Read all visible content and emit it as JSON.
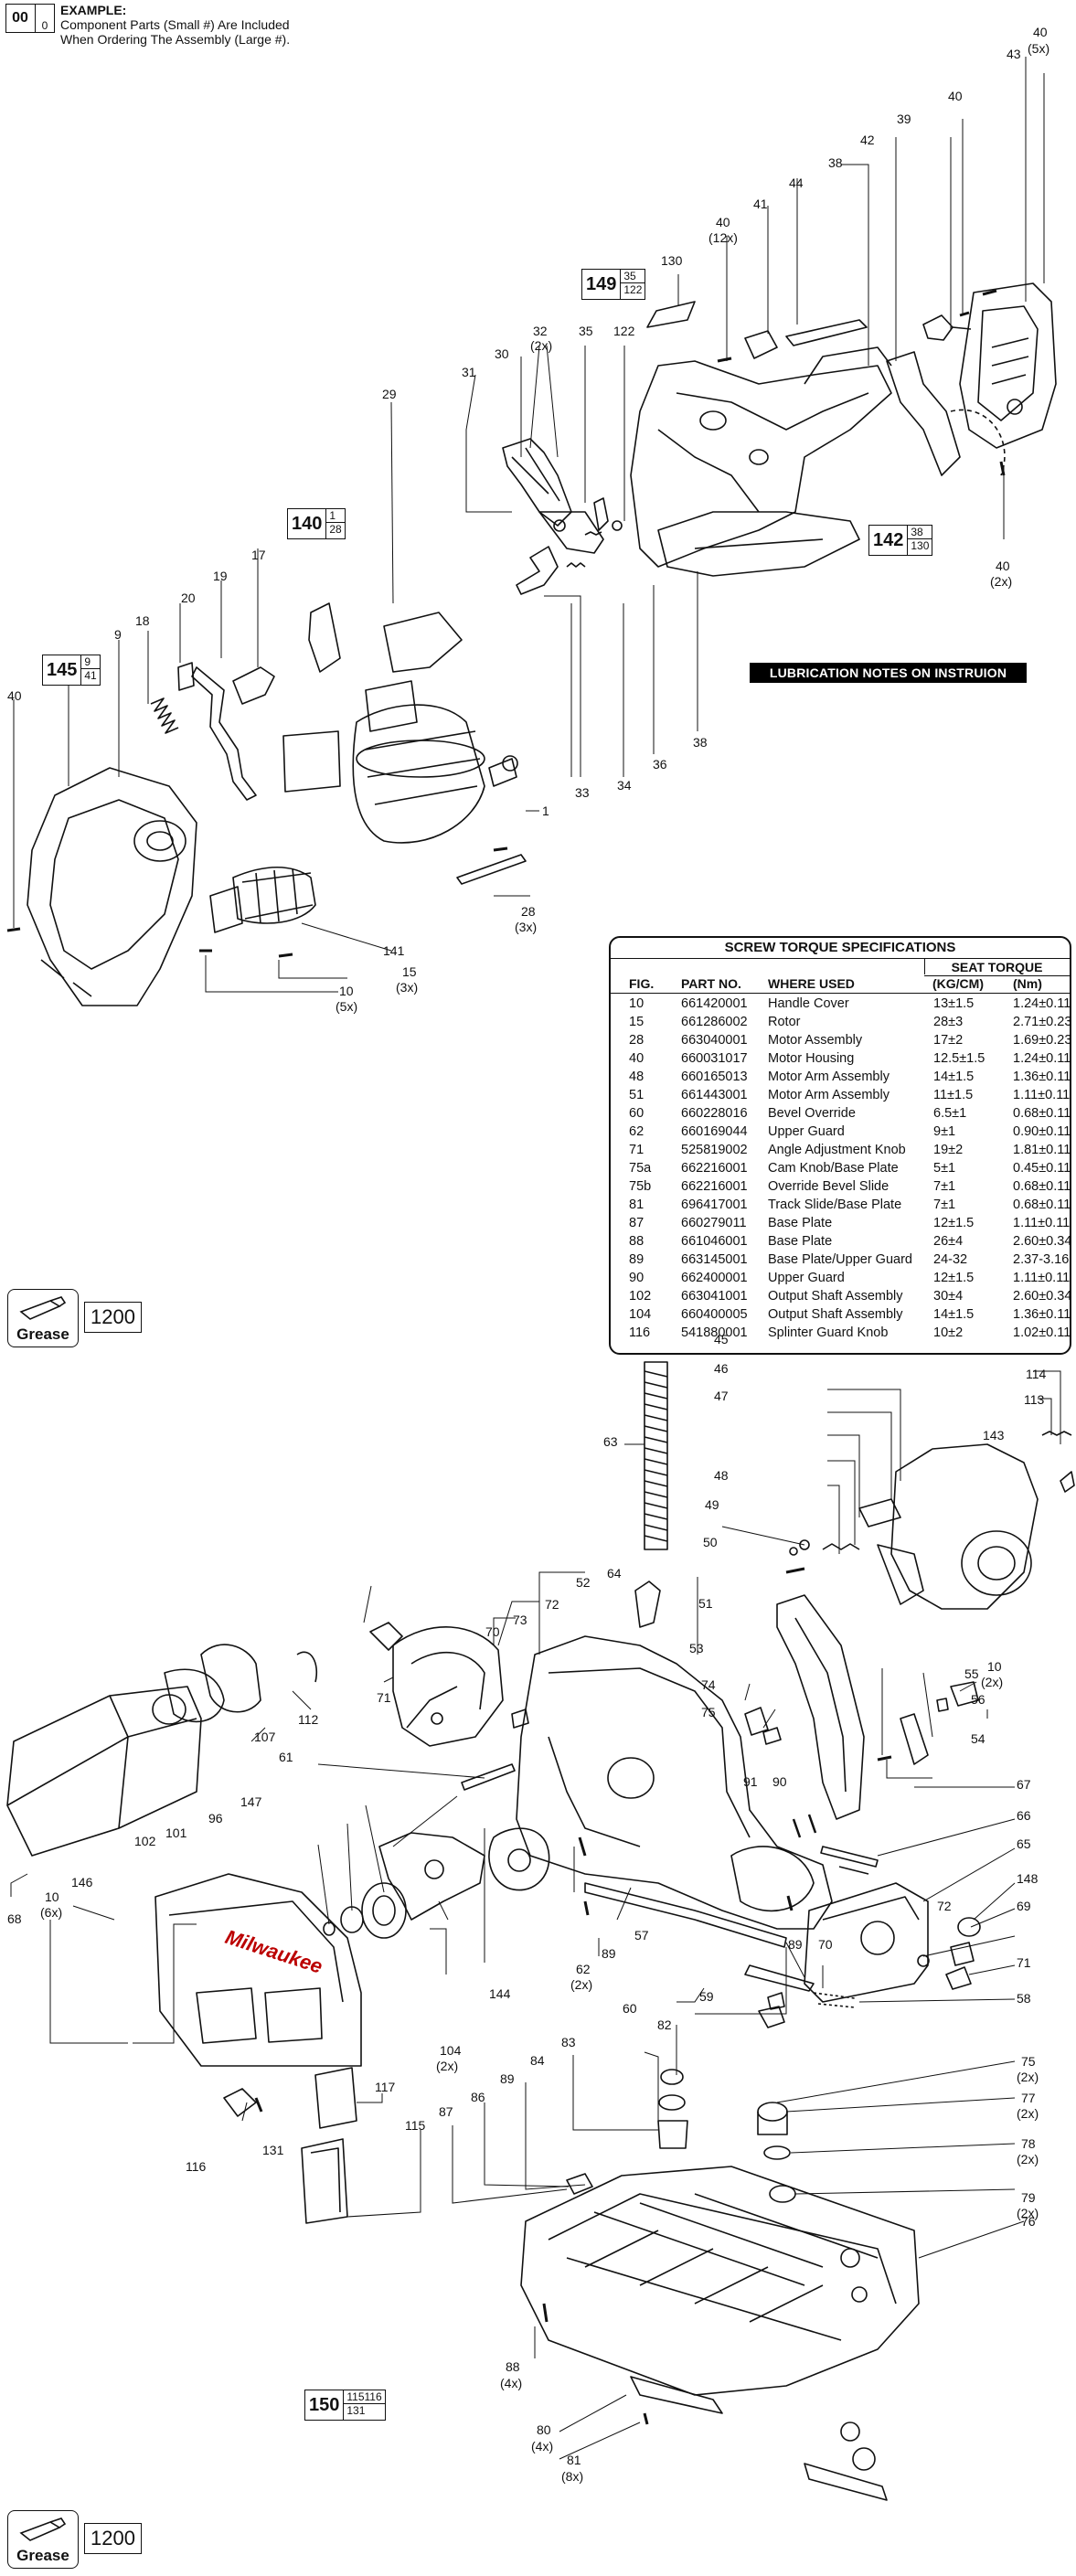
{
  "header": {
    "box_big": "00",
    "box_small": "0",
    "example_title": "EXAMPLE:",
    "example_line1": "Component Parts (Small #) Are Included",
    "example_line2": "When Ordering The Assembly (Large #)."
  },
  "assemblies": [
    {
      "id": "a149",
      "big": "149",
      "sub": [
        "35",
        "122"
      ]
    },
    {
      "id": "a140",
      "big": "140",
      "sub": [
        "1",
        "28"
      ]
    },
    {
      "id": "a145",
      "big": "145",
      "sub": [
        "9",
        "41"
      ]
    },
    {
      "id": "a142",
      "big": "142",
      "sub": [
        "38",
        "130"
      ]
    },
    {
      "id": "a150",
      "big": "150",
      "sub": [
        "115116",
        "131"
      ]
    }
  ],
  "callouts_top": [
    "40",
    "(5x)",
    "43",
    "39",
    "40",
    "42",
    "38",
    "41",
    "44",
    "40",
    "(12x)",
    "130",
    "30",
    "32",
    "(2x)",
    "35",
    "122",
    "31",
    "29",
    "40",
    "(2x)",
    "38",
    "17",
    "20",
    "19",
    "18",
    "9",
    "40",
    "33",
    "34",
    "36",
    "1",
    "28",
    "(3x)",
    "141",
    "15",
    "(3x)",
    "10",
    "(5x)"
  ],
  "callouts_bottom": [
    "114",
    "113",
    "45",
    "46",
    "143",
    "47",
    "63",
    "48",
    "49",
    "50",
    "51",
    "72",
    "52",
    "64",
    "73",
    "70",
    "53",
    "10",
    "(2x)",
    "55",
    "56",
    "74",
    "112",
    "71",
    "75",
    "107",
    "61",
    "54",
    "91",
    "90",
    "67",
    "147",
    "96",
    "101",
    "66",
    "102",
    "65",
    "68",
    "146",
    "148",
    "69",
    "10",
    "(6x)",
    "72",
    "89",
    "89",
    "70",
    "71",
    "62",
    "(2x)",
    "57",
    "59",
    "58",
    "144",
    "82",
    "60",
    "83",
    "104",
    "(2x)",
    "84",
    "75",
    "(2x)",
    "89",
    "117",
    "86",
    "77",
    "(2x)",
    "87",
    "115",
    "78",
    "(2x)",
    "116",
    "131",
    "79",
    "(2x)",
    "76",
    "88",
    "(4x)",
    "80",
    "(4x)",
    "81",
    "(8x)"
  ],
  "lubrication_banner": "LUBRICATION NOTES ON INSTRUION",
  "torque_table": {
    "title": "SCREW TORQUE SPECIFICATIONS",
    "seat_torque": "SEAT TORQUE",
    "headers": [
      "FIG.",
      "PART NO.",
      "WHERE USED",
      "(KG/CM)",
      "(Nm)"
    ],
    "rows": [
      [
        "10",
        "661420001",
        "Handle Cover",
        "13±1.5",
        "1.24±0.11"
      ],
      [
        "15",
        "661286002",
        "Rotor",
        "28±3",
        "2.71±0.23"
      ],
      [
        "28",
        "663040001",
        "Motor Assembly",
        "17±2",
        "1.69±0.23"
      ],
      [
        "40",
        "660031017",
        "Motor Housing",
        "12.5±1.5",
        "1.24±0.11"
      ],
      [
        "48",
        "660165013",
        "Motor Arm Assembly",
        "14±1.5",
        "1.36±0.11"
      ],
      [
        "51",
        "661443001",
        "Motor Arm Assembly",
        "11±1.5",
        "1.11±0.11"
      ],
      [
        "60",
        "660228016",
        "Bevel Override",
        "6.5±1",
        "0.68±0.11"
      ],
      [
        "62",
        "660169044",
        "Upper Guard",
        "9±1",
        "0.90±0.11"
      ],
      [
        "71",
        "525819002",
        "Angle Adjustment Knob",
        "19±2",
        "1.81±0.11"
      ],
      [
        "75a",
        "662216001",
        "Cam Knob/Base Plate",
        "5±1",
        "0.45±0.11"
      ],
      [
        "75b",
        "662216001",
        "Override Bevel Slide",
        "7±1",
        "0.68±0.11"
      ],
      [
        "81",
        "696417001",
        "Track Slide/Base Plate",
        "7±1",
        "0.68±0.11"
      ],
      [
        "87",
        "660279011",
        "Base Plate",
        "12±1.5",
        "1.11±0.11"
      ],
      [
        "88",
        "661046001",
        "Base Plate",
        "26±4",
        "2.60±0.34"
      ],
      [
        "89",
        "663145001",
        "Base Plate/Upper Guard",
        "24-32",
        "2.37-3.16"
      ],
      [
        "90",
        "662400001",
        "Upper Guard",
        "12±1.5",
        "1.11±0.11"
      ],
      [
        "102",
        "663041001",
        "Output Shaft Assembly",
        "30±4",
        "2.60±0.34"
      ],
      [
        "104",
        "660400005",
        "Output Shaft Assembly",
        "14±1.5",
        "1.36±0.11"
      ],
      [
        "116",
        "541880001",
        "Splinter Guard Knob",
        "10±2",
        "1.02±0.11"
      ]
    ]
  },
  "grease": [
    {
      "label": "Grease",
      "value": "1200"
    },
    {
      "label": "Grease",
      "value": "1200"
    }
  ],
  "brand_text": "Milwaukee"
}
